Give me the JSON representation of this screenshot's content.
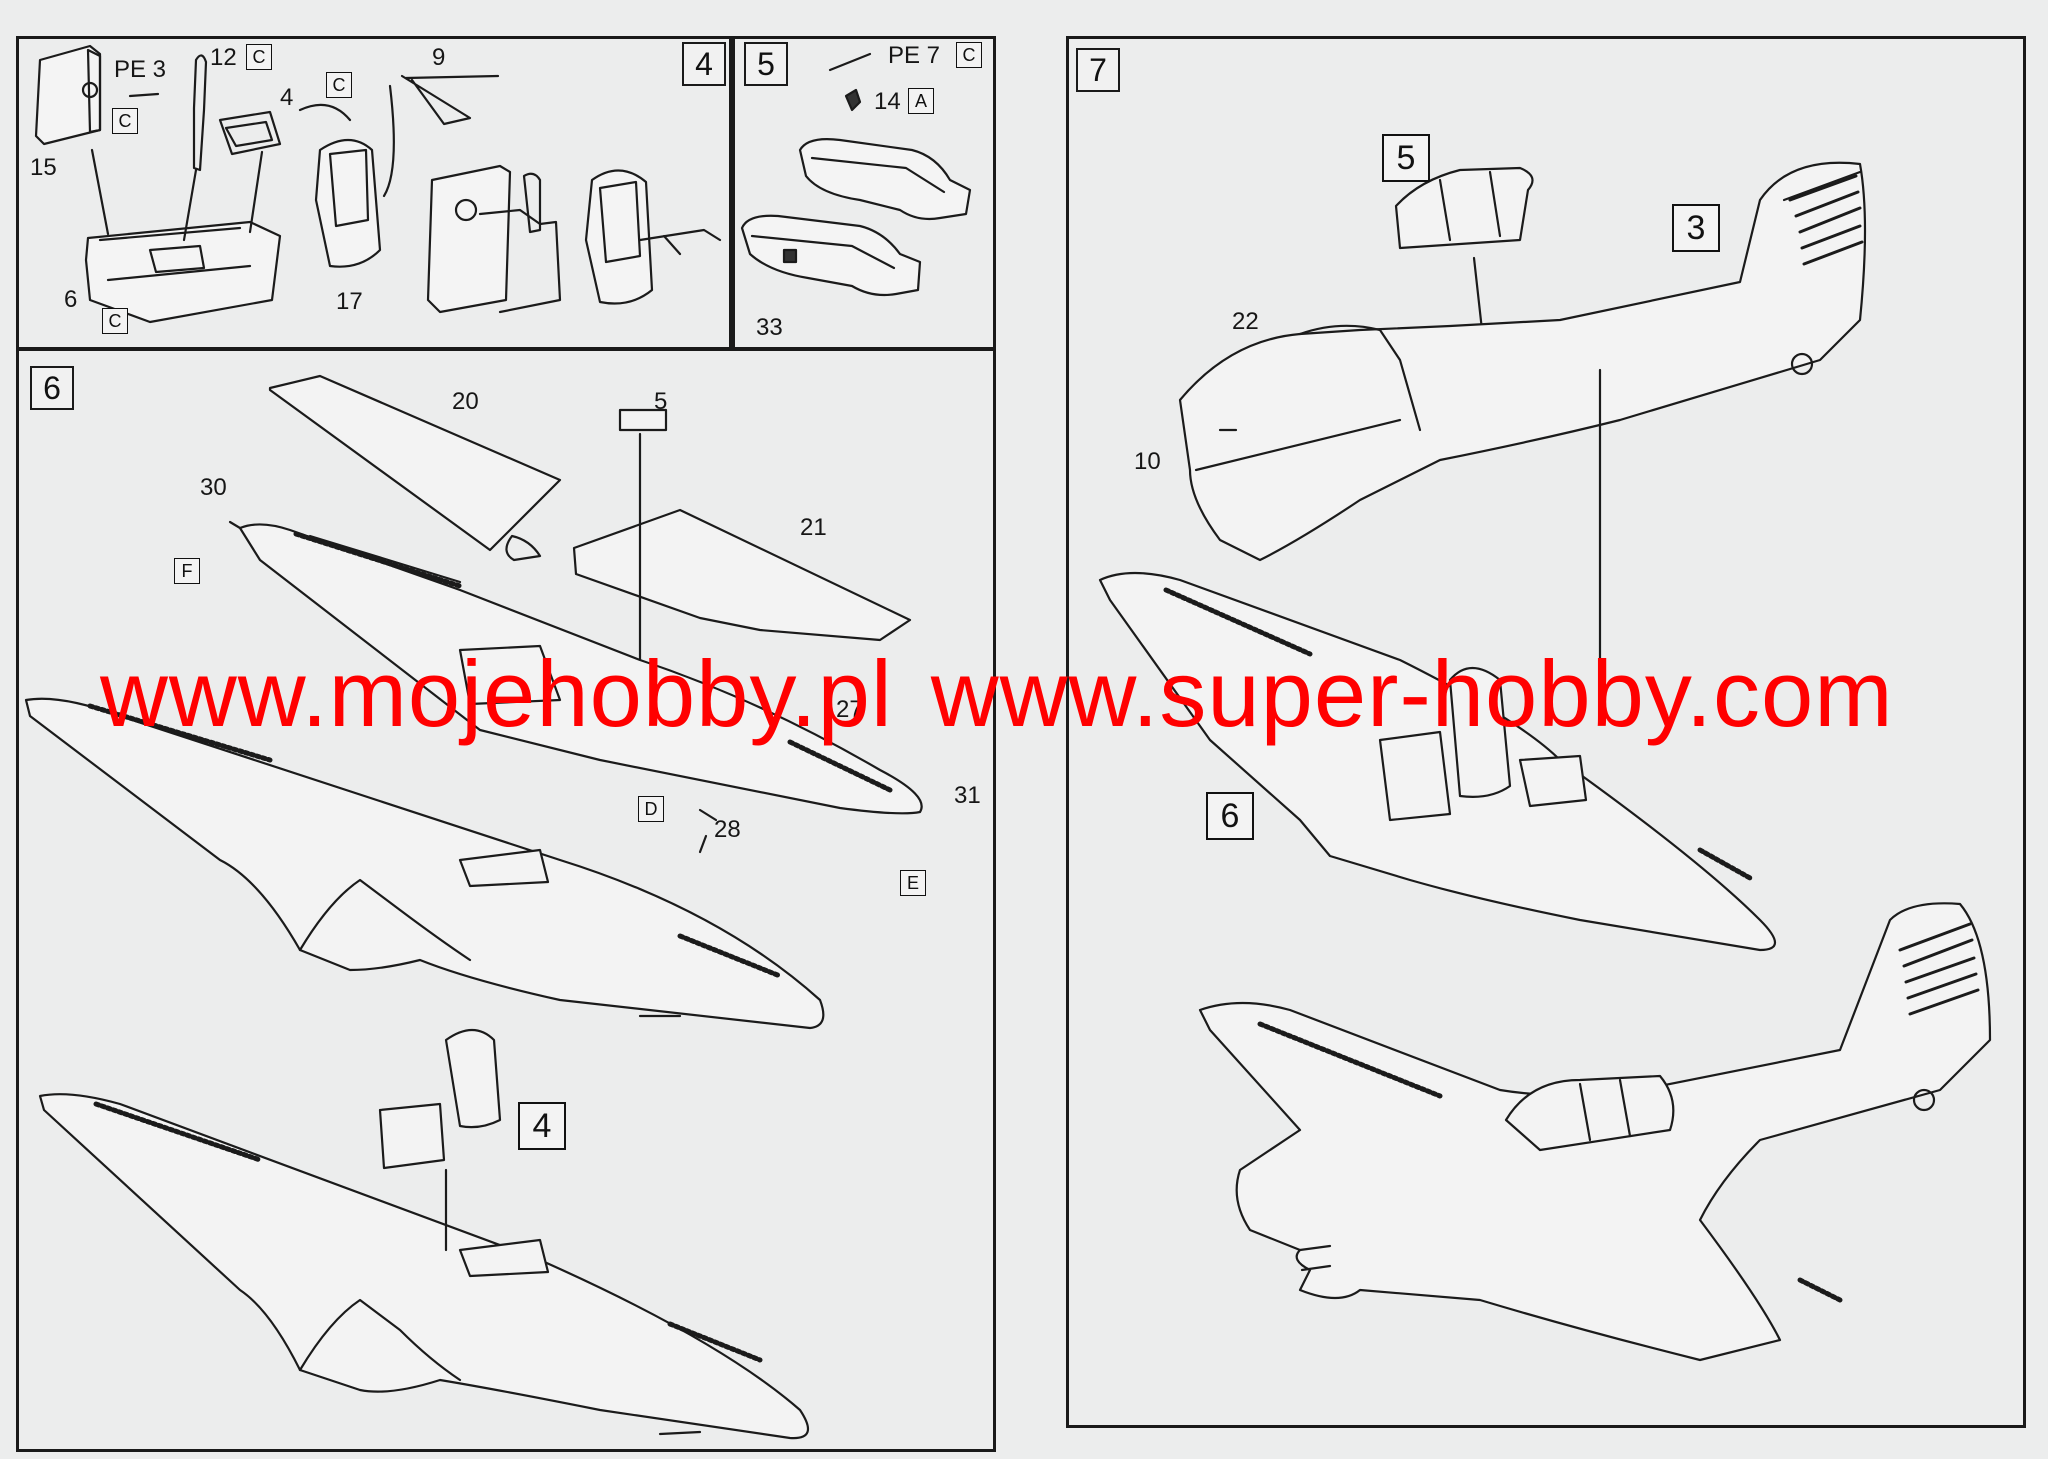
{
  "steps": [
    {
      "number": "4"
    },
    {
      "number": "5"
    },
    {
      "number": "6"
    },
    {
      "number": "7"
    }
  ],
  "step4": {
    "labels": [
      "PE 3",
      "12",
      "9",
      "4",
      "15",
      "6",
      "17"
    ],
    "tags": [
      "C",
      "C",
      "C",
      "C"
    ]
  },
  "step5": {
    "labels": [
      "PE 7",
      "14",
      "33"
    ],
    "tags": [
      "C",
      "A"
    ]
  },
  "step6": {
    "labels": [
      "20",
      "5",
      "30",
      "21",
      "27",
      "28",
      "31"
    ],
    "tags": [
      "F",
      "D",
      "E"
    ],
    "substep": "4"
  },
  "step7": {
    "labels": [
      "22",
      "10"
    ],
    "substeps": [
      "5",
      "3",
      "6"
    ]
  },
  "watermark": [
    "www.mojehobby.pl",
    "www.super-hobby.com"
  ]
}
